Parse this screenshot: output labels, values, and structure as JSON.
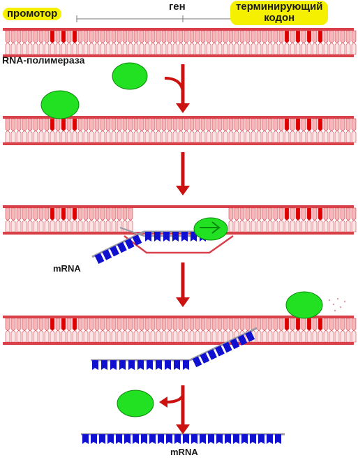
{
  "labels": {
    "promoter": "промотор",
    "gene": "ген",
    "terminator_line1": "терминирующий",
    "terminator_line2": "кодон",
    "polymerase": "RNA-полимераза",
    "mrna_1": "mRNA",
    "mrna_2": "mRNA"
  },
  "colors": {
    "dna_strand": "#d8404a",
    "dna_rung": "#f2b8bc",
    "dna_key_rung": "#e00000",
    "highlight": "#f4f000",
    "polymerase": "#22e022",
    "mrna_base": "#1010d0",
    "mrna_backbone": "#9a9aa6",
    "arrow": "#cc1111"
  },
  "icons": {
    "polymerase": "green-circle",
    "step_arrow": "red-down-arrow",
    "release_arrow": "red-curved-arrow"
  }
}
